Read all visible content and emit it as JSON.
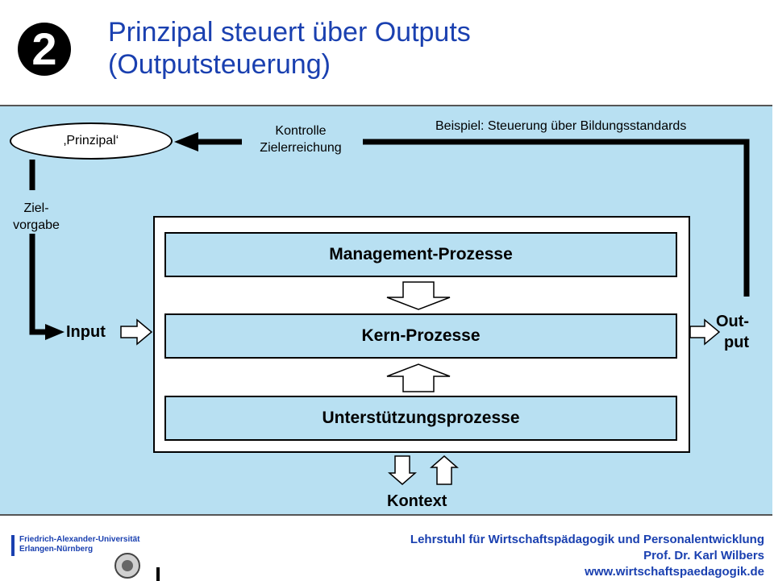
{
  "header": {
    "badge": "2",
    "title_line1": "Prinzipal steuert über Outputs",
    "title_line2": "(Outputsteuerung)"
  },
  "diagram": {
    "principal": "‚Prinzipal‘",
    "control_line1": "Kontrolle",
    "control_line2": "Zielerreichung",
    "example": "Beispiel: Steuerung über Bildungsstandards",
    "target_line1": "Ziel-",
    "target_line2": "vorgabe",
    "input": "Input",
    "output_line1": "Out-",
    "output_line2": "put",
    "context": "Kontext",
    "processes": {
      "management": "Management-Prozesse",
      "core": "Kern-Prozesse",
      "support": "Unterstützungsprozesse"
    }
  },
  "footer": {
    "logo_line1": "Friedrich-Alexander-Universität",
    "logo_line2": "Erlangen-Nürnberg",
    "line1": "Lehrstuhl für Wirtschaftspädagogik und Personalentwicklung",
    "line2": "Prof. Dr. Karl Wilbers",
    "line3": "www.wirtschaftspaedagogik.de"
  },
  "colors": {
    "title": "#1a40b0",
    "panel": "#b8e0f2",
    "footer_text": "#1a40b0"
  }
}
